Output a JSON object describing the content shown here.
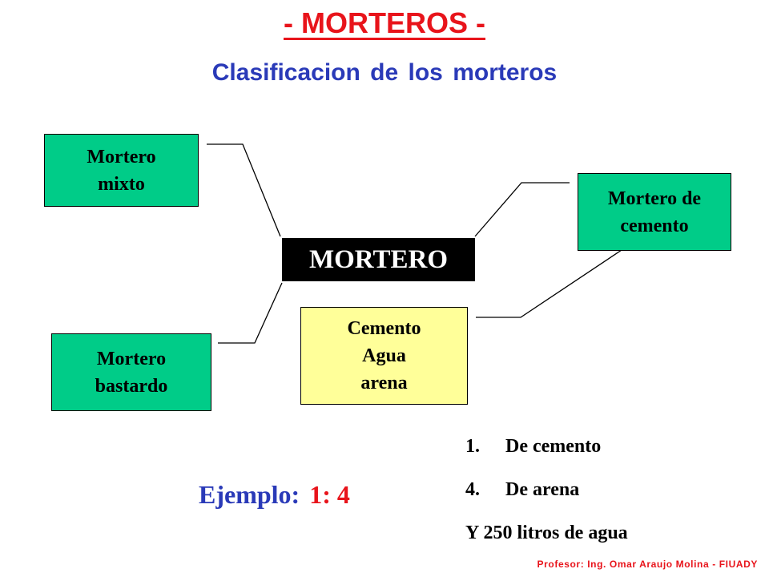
{
  "header": {
    "title": "-  MORTEROS -",
    "subtitle": "Clasificacion  de los morteros"
  },
  "diagram": {
    "center": "MORTERO",
    "mortero_mixto": [
      "Mortero",
      "mixto"
    ],
    "mortero_bastardo": [
      "Mortero",
      "bastardo"
    ],
    "mortero_cemento": [
      "Mortero de",
      "cemento"
    ],
    "componentes": [
      "Cemento",
      "Agua",
      "arena"
    ]
  },
  "colors": {
    "title_red": "#e8141b",
    "subtitle_blue": "#2a3ab8",
    "box_green": "#00cc88",
    "box_yellow": "#ffff99",
    "center_black": "#000000"
  },
  "proportion_list": [
    {
      "number": "1.",
      "text": "De cemento"
    },
    {
      "number": "4.",
      "text": "De arena"
    }
  ],
  "water_line": "Y 250 litros de agua",
  "example": {
    "label": "Ejemplo:",
    "ratio": "1: 4"
  },
  "footer": "Profesor: Ing. Omar Araujo Molina - FIUADY"
}
